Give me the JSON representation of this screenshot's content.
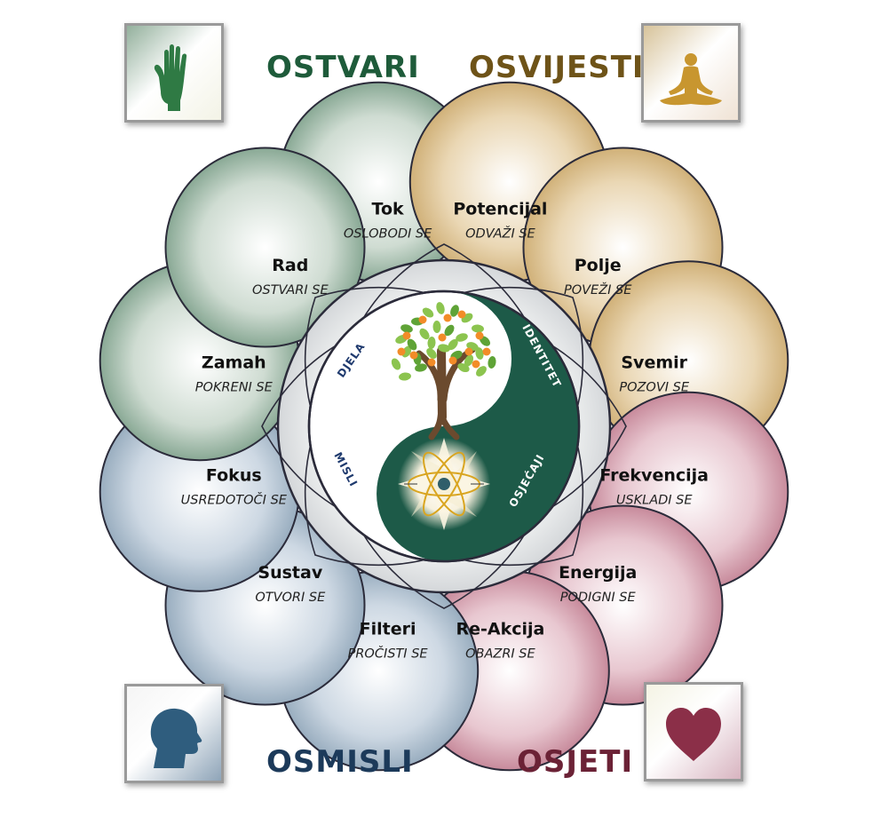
{
  "corners": {
    "top_left": {
      "title": "OSTVARI",
      "icon": "hand-icon",
      "color": "#1e5b3a"
    },
    "top_right": {
      "title": "OSVIJESTI",
      "icon": "meditation-icon",
      "color": "#6e5318"
    },
    "bottom_left": {
      "title": "OSMISLI",
      "icon": "head-profile-icon",
      "color": "#1c3a5a"
    },
    "bottom_right": {
      "title": "OSJETI",
      "icon": "heart-icon",
      "color": "#6b2236"
    }
  },
  "petals": [
    {
      "name": "Tok",
      "action": "OSLOBODI SE",
      "color": "#5f8a70"
    },
    {
      "name": "Potencijal",
      "action": "ODVAŽI SE",
      "color": "#c6a266"
    },
    {
      "name": "Polje",
      "action": "POVEŽI SE",
      "color": "#c6a266"
    },
    {
      "name": "Svemir",
      "action": "POZOVI SE",
      "color": "#c6a266"
    },
    {
      "name": "Frekvencija",
      "action": "USKLADI SE",
      "color": "#b4667c"
    },
    {
      "name": "Energija",
      "action": "PODIGNI SE",
      "color": "#b4667c"
    },
    {
      "name": "Re-Akcija",
      "action": "OBAZRI SE",
      "color": "#b4667c"
    },
    {
      "name": "Filteri",
      "action": "PROČISTI SE",
      "color": "#7a94aa"
    },
    {
      "name": "Sustav",
      "action": "OTVORI SE",
      "color": "#7a94aa"
    },
    {
      "name": "Fokus",
      "action": "USREDOTOČI SE",
      "color": "#7a94aa"
    },
    {
      "name": "Zamah",
      "action": "POKRENI SE",
      "color": "#5f8a70"
    },
    {
      "name": "Rad",
      "action": "OSTVARI SE",
      "color": "#5f8a70"
    }
  ],
  "center_labels": {
    "djela": "DJELA",
    "misli": "MISLI",
    "identitet": "IDENTITET",
    "osjecaji": "OSJEĆAJI"
  },
  "colors": {
    "yin_dark": "#1d5a48",
    "outline": "#2b2b3a",
    "tree_trunk": "#6b4a2e",
    "leaf_green": "#7fb845",
    "fruit_orange": "#f28c28"
  }
}
